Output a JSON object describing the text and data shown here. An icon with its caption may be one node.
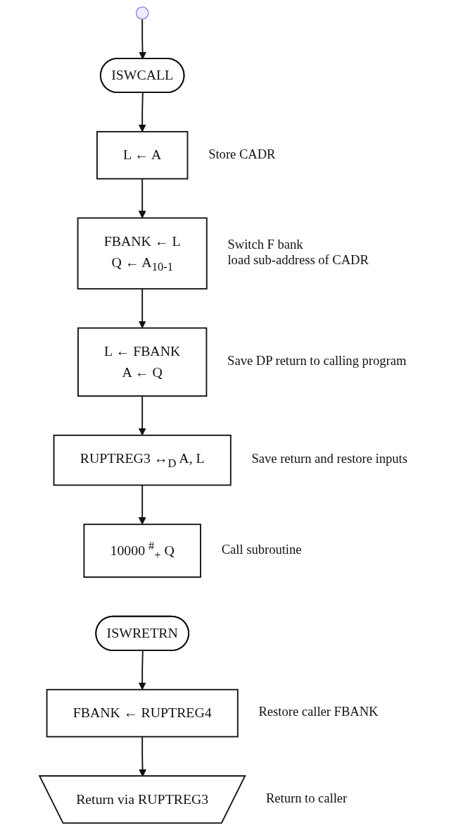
{
  "diagram": {
    "nodes": [
      {
        "text": [
          "ISWCALL"
        ]
      },
      {
        "text": [
          "L ← A"
        ],
        "beside": [
          "Store CADR"
        ]
      },
      {
        "text": [
          "FBANK ← L",
          "Q ← A$_{10-1}$"
        ],
        "beside": [
          "Switch F bank",
          "load sub-address of CADR"
        ]
      },
      {
        "text": [
          "L ← FBANK",
          "A ← Q"
        ],
        "beside": [
          "Save DP return to calling program"
        ]
      },
      {
        "text": [
          "RUPTREG3 ↔$_{D}$ A, L"
        ],
        "beside": [
          "Save return and restore inputs"
        ]
      },
      {
        "text": [
          "10000 $^{#}$$_{+}$ Q"
        ],
        "beside": [
          "Call subroutine"
        ]
      },
      {
        "text": [
          "ISWRETRN"
        ]
      },
      {
        "text": [
          "FBANK ← RUPTREG4"
        ],
        "beside": [
          "Restore caller FBANK"
        ]
      },
      {
        "text": [
          "Return via RUPTREG3"
        ],
        "beside": [
          "Return to caller"
        ]
      }
    ],
    "edges": [
      {
        "from": null,
        "to": 0,
        "arrow": "to"
      },
      {
        "from": 0,
        "to": 1,
        "arrow": "to"
      },
      {
        "from": 1,
        "to": 2,
        "arrow": "to"
      },
      {
        "from": 2,
        "to": 3,
        "arrow": "to"
      },
      {
        "from": 3,
        "to": 4,
        "arrow": "to"
      },
      {
        "from": 4,
        "to": 5,
        "arrow": "to"
      },
      {
        "from": 6,
        "to": 7,
        "arrow": "to"
      },
      {
        "from": 7,
        "to": 8,
        "arrow": "to"
      }
    ]
  }
}
